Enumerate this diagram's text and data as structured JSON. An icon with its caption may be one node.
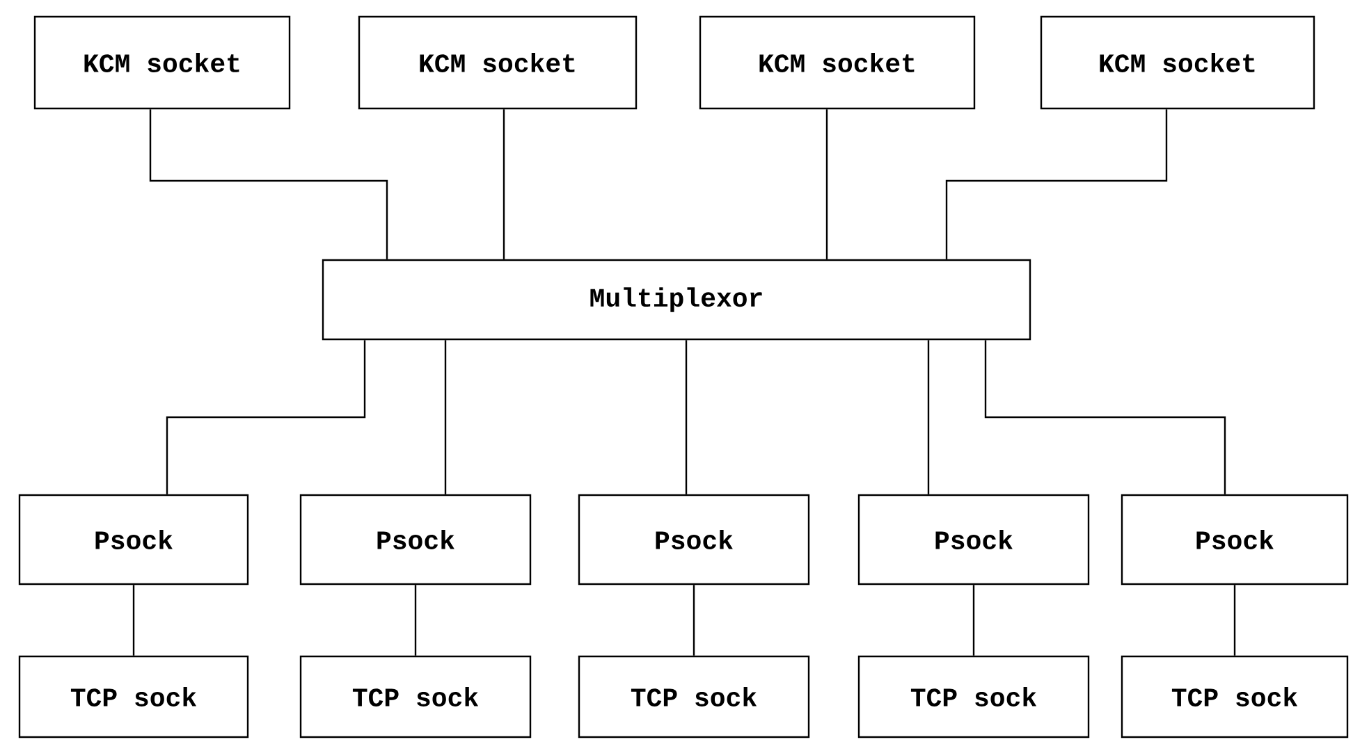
{
  "diagram": {
    "nodes": [
      {
        "text": [
          "KCM socket"
        ]
      },
      {
        "text": [
          "KCM socket"
        ]
      },
      {
        "text": [
          "KCM socket"
        ]
      },
      {
        "text": [
          "KCM socket"
        ]
      },
      {
        "text": [
          "Multiplexor"
        ]
      },
      {
        "text": [
          "Psock"
        ]
      },
      {
        "text": [
          "Psock"
        ]
      },
      {
        "text": [
          "Psock"
        ]
      },
      {
        "text": [
          "Psock"
        ]
      },
      {
        "text": [
          "Psock"
        ]
      },
      {
        "text": [
          "TCP sock"
        ]
      },
      {
        "text": [
          "TCP sock"
        ]
      },
      {
        "text": [
          "TCP sock"
        ]
      },
      {
        "text": [
          "TCP sock"
        ]
      },
      {
        "text": [
          "TCP sock"
        ]
      }
    ],
    "edges": [
      {
        "from": 0,
        "to": 4,
        "arrow": "none"
      },
      {
        "from": 1,
        "to": 4,
        "arrow": "none"
      },
      {
        "from": 2,
        "to": 4,
        "arrow": "none"
      },
      {
        "from": 3,
        "to": 4,
        "arrow": "none"
      },
      {
        "from": 4,
        "to": 5,
        "arrow": "none"
      },
      {
        "from": 4,
        "to": 6,
        "arrow": "none"
      },
      {
        "from": 4,
        "to": 7,
        "arrow": "none"
      },
      {
        "from": 4,
        "to": 8,
        "arrow": "none"
      },
      {
        "from": 4,
        "to": 9,
        "arrow": "none"
      },
      {
        "from": 5,
        "to": 10,
        "arrow": "none"
      },
      {
        "from": 6,
        "to": 11,
        "arrow": "none"
      },
      {
        "from": 7,
        "to": 12,
        "arrow": "none"
      },
      {
        "from": 8,
        "to": 13,
        "arrow": "none"
      },
      {
        "from": 9,
        "to": 14,
        "arrow": "none"
      }
    ]
  }
}
